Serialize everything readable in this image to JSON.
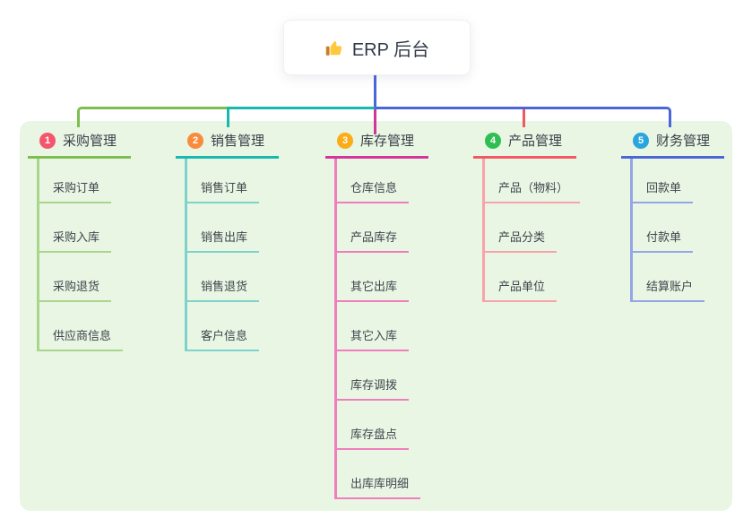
{
  "root": {
    "label": "ERP 后台",
    "icon": "thumbs-up"
  },
  "branches": [
    {
      "num": "1",
      "title": "采购管理",
      "badge_color": "#F4566E",
      "line_color": "#7DBE50",
      "light_color": "#A9D58D",
      "children": [
        "采购订单",
        "采购入库",
        "采购退货",
        "供应商信息"
      ]
    },
    {
      "num": "2",
      "title": "销售管理",
      "badge_color": "#F98B3D",
      "line_color": "#17B9AE",
      "light_color": "#7DD2CB",
      "children": [
        "销售订单",
        "销售出库",
        "销售退货",
        "客户信息"
      ]
    },
    {
      "num": "3",
      "title": "库存管理",
      "badge_color": "#FBAD19",
      "line_color": "#D3359B",
      "light_color": "#F07EBE",
      "children": [
        "仓库信息",
        "产品库存",
        "其它出库",
        "其它入库",
        "库存调拨",
        "库存盘点",
        "出库库明细"
      ]
    },
    {
      "num": "4",
      "title": "产品管理",
      "badge_color": "#2FBE51",
      "line_color": "#F25862",
      "light_color": "#F8A3AB",
      "children": [
        "产品（物料）",
        "产品分类",
        "产品单位"
      ]
    },
    {
      "num": "5",
      "title": "财务管理",
      "badge_color": "#2BA5DD",
      "line_color": "#4A66D9",
      "light_color": "#93A6E5",
      "children": [
        "回款单",
        "付款单",
        "结算账户"
      ]
    }
  ],
  "colors": {
    "panel_background": "#E9F6E4",
    "root_connector": "#4A66D9",
    "root_text": "#333A47"
  }
}
